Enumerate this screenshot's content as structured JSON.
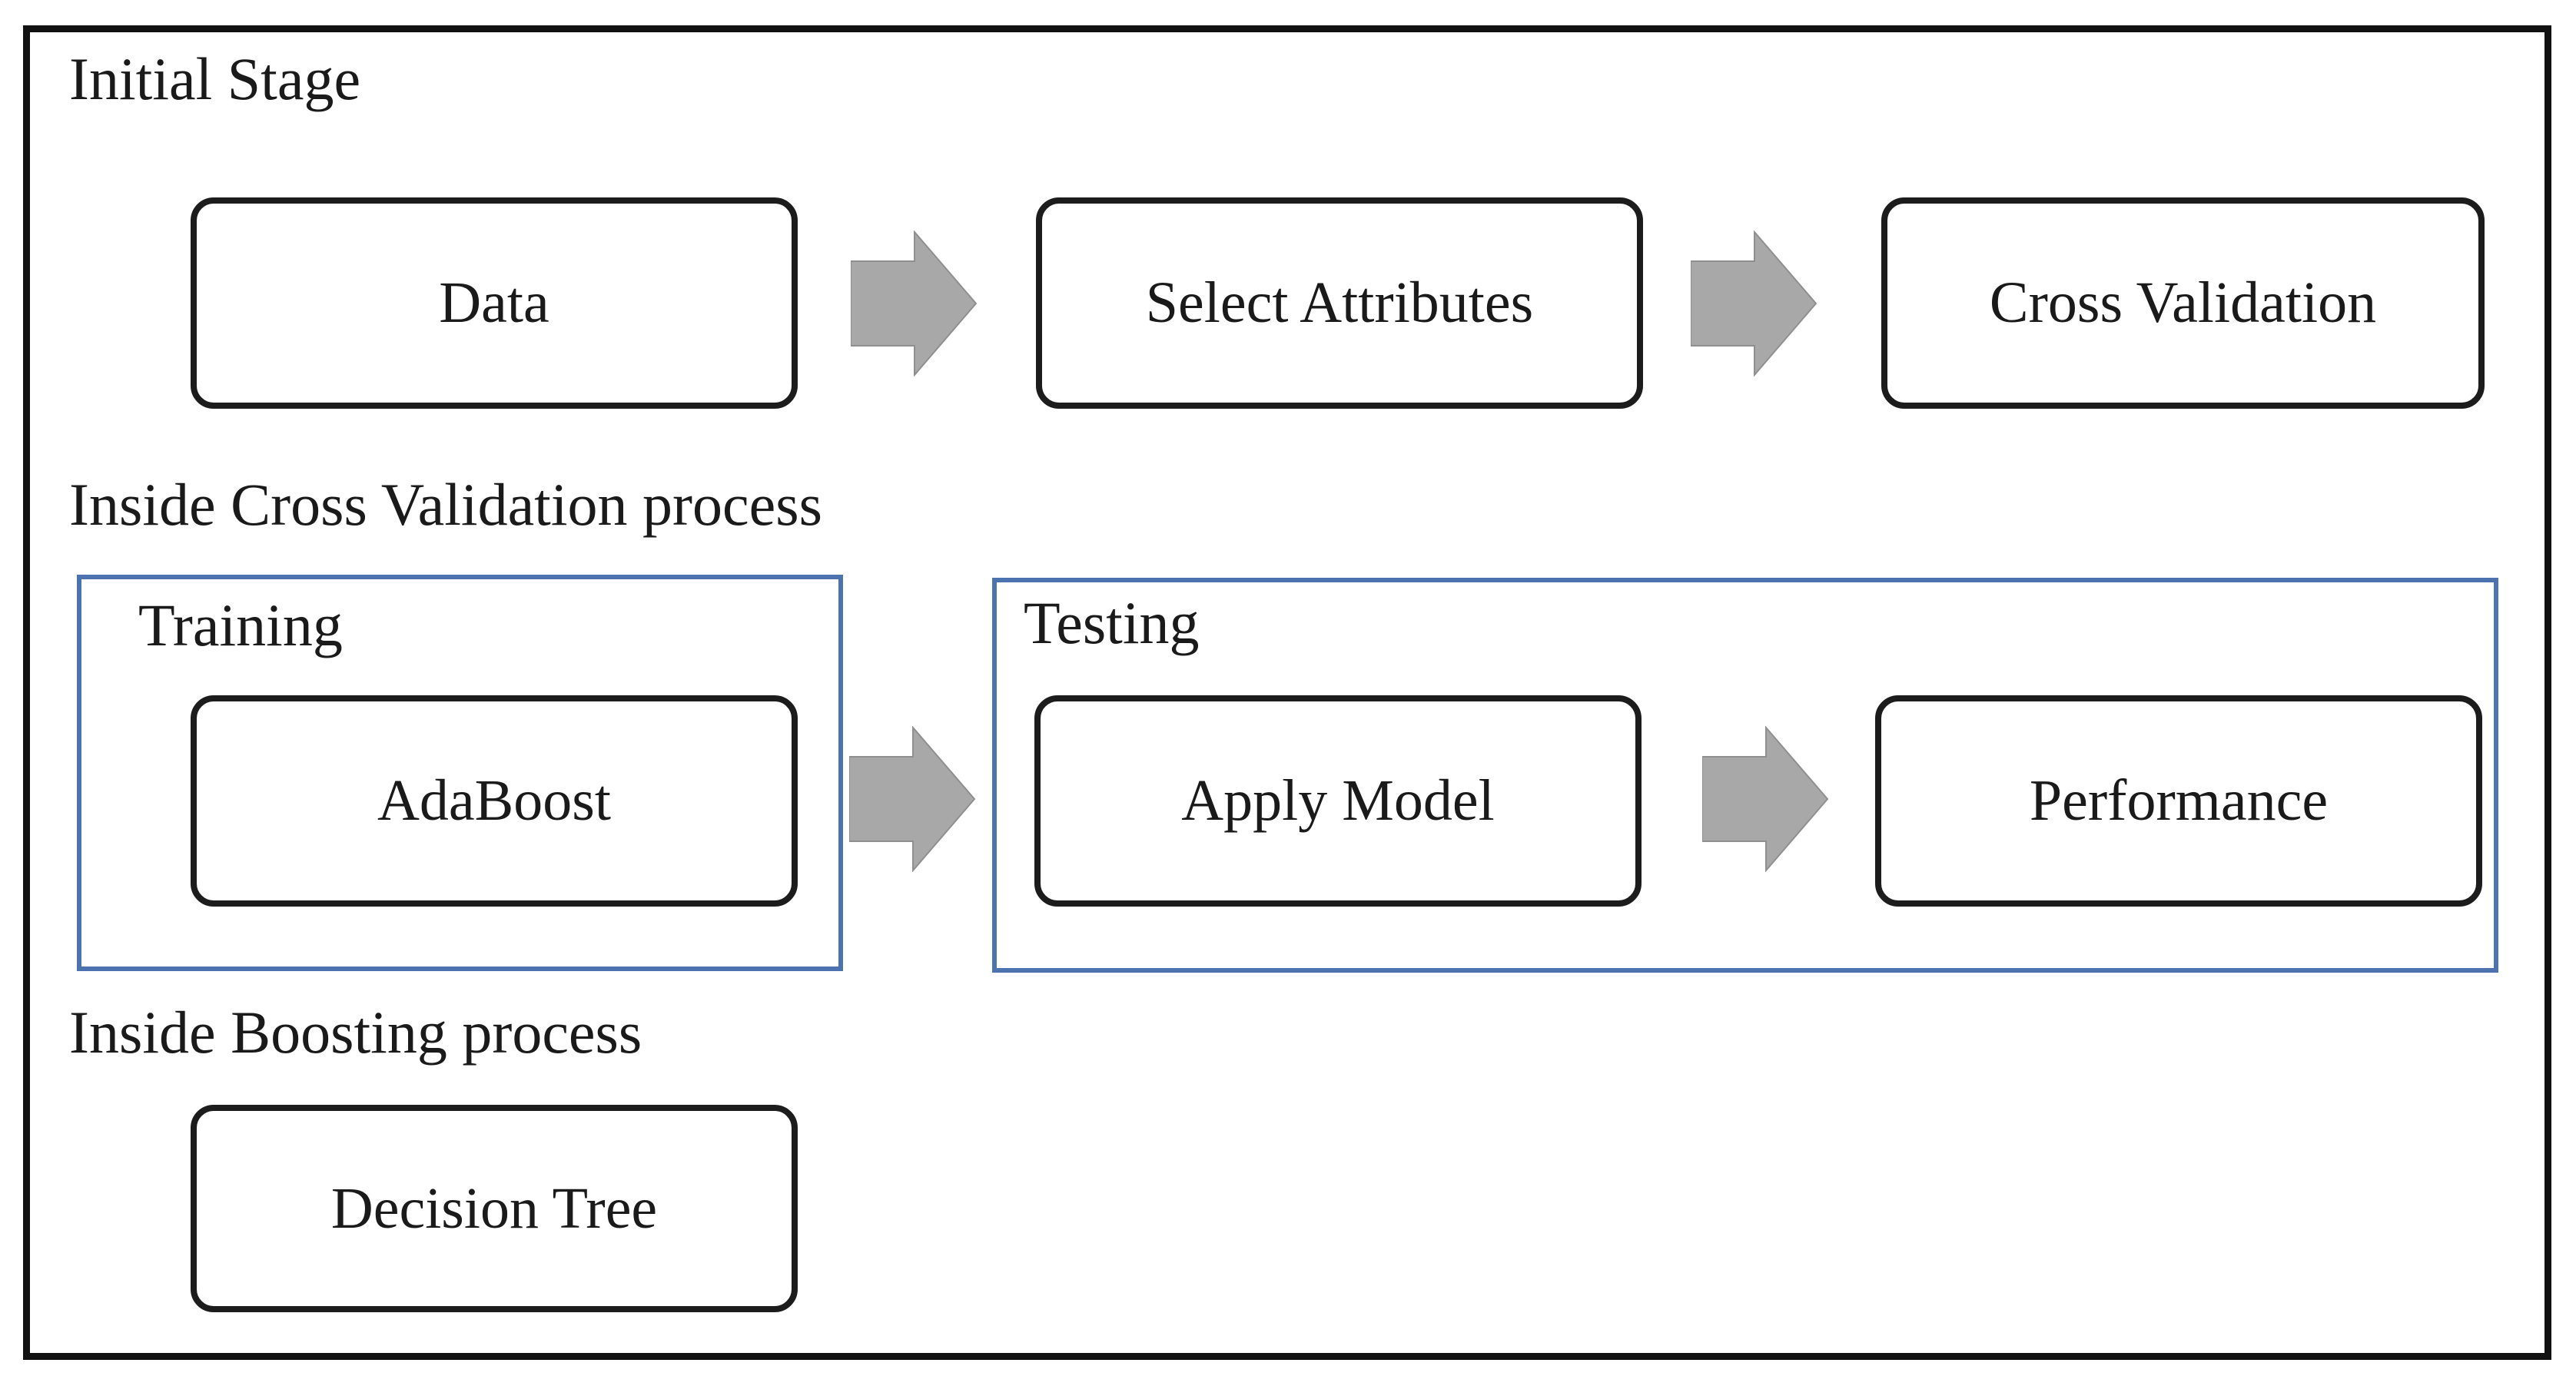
{
  "colors": {
    "frame_border": "#111111",
    "node_border": "#1c1c1c",
    "panel_border": "#4d72b0",
    "arrow_fill": "#a8a8a8",
    "text": "#1a1a1a",
    "background": "#ffffff"
  },
  "sections": {
    "initial_stage": {
      "title": "Initial Stage",
      "steps": [
        "Data",
        "Select Attributes",
        "Cross Validation"
      ]
    },
    "cross_validation": {
      "title": "Inside Cross Validation process",
      "training": {
        "label": "Training",
        "node": "AdaBoost"
      },
      "testing": {
        "label": "Testing",
        "steps": [
          "Apply Model",
          "Performance"
        ]
      }
    },
    "boosting": {
      "title": "Inside Boosting process",
      "node": "Decision Tree"
    }
  }
}
